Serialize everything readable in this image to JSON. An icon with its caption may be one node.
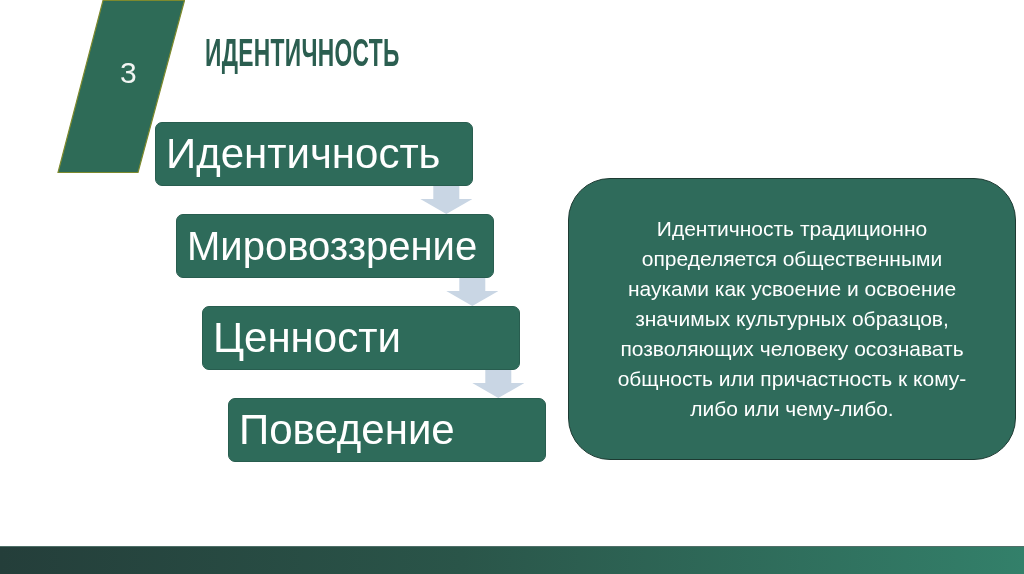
{
  "diagram": {
    "title": "ИДЕНТИЧНОСТЬ",
    "nodes": [
      {
        "text": [
          "3"
        ]
      },
      {
        "text": [
          "Идентичность"
        ]
      },
      {
        "text": [
          "Мировоззрение"
        ]
      },
      {
        "text": [
          "Ценности"
        ]
      },
      {
        "text": [
          "Поведение"
        ]
      },
      {
        "text": [
          "Идентичность традиционно определяется общественными науками как усвоение и освоение значимых культурных образцов, позволяющих человеку осознавать общность или причастность к кому-либо или чему-либо."
        ]
      }
    ],
    "edges": [
      {
        "from": 1,
        "to": 2,
        "arrow": "to"
      },
      {
        "from": 2,
        "to": 3,
        "arrow": "to"
      },
      {
        "from": 3,
        "to": 4,
        "arrow": "to"
      }
    ]
  }
}
